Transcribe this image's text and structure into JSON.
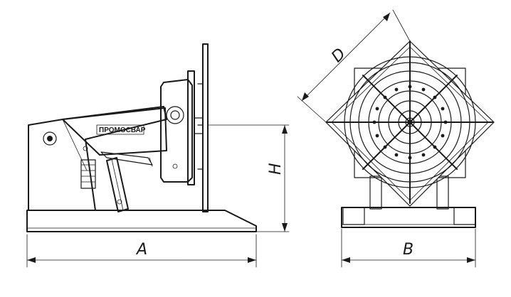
{
  "dimensions": {
    "A": "A",
    "B": "B",
    "D": "D",
    "H": "H"
  },
  "logo": {
    "text": "ПРОМОСВАР"
  },
  "colors": {
    "ink": "#1a1a1a",
    "paper": "#ffffff"
  }
}
